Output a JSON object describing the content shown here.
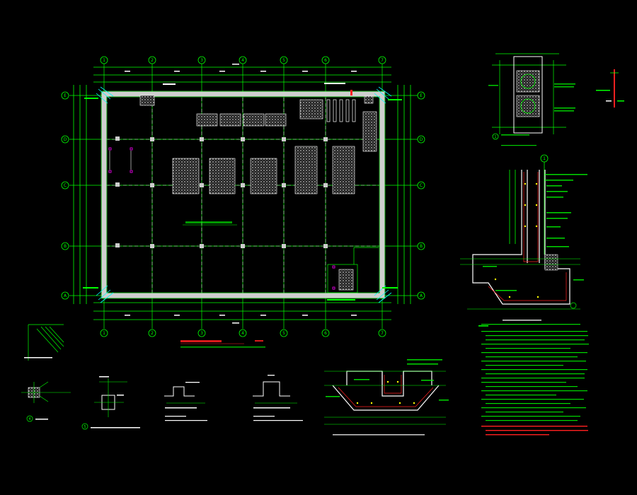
{
  "drawing": {
    "background": "#000000",
    "colors": {
      "green": "#00ff00",
      "white": "#ffffff",
      "cyan": "#00ffff",
      "magenta": "#ff00ff",
      "red": "#ff2020",
      "yellow": "#ffff00",
      "gray": "#9a9a9a"
    },
    "axes": {
      "columns": [
        "1",
        "2",
        "3",
        "4",
        "5",
        "6",
        "7"
      ],
      "rows": [
        "E",
        "D",
        "C",
        "B",
        "A"
      ]
    },
    "detail_markers": {
      "marker_1": "1",
      "marker_2": "2",
      "marker_4": "4",
      "marker_5": "5"
    }
  }
}
